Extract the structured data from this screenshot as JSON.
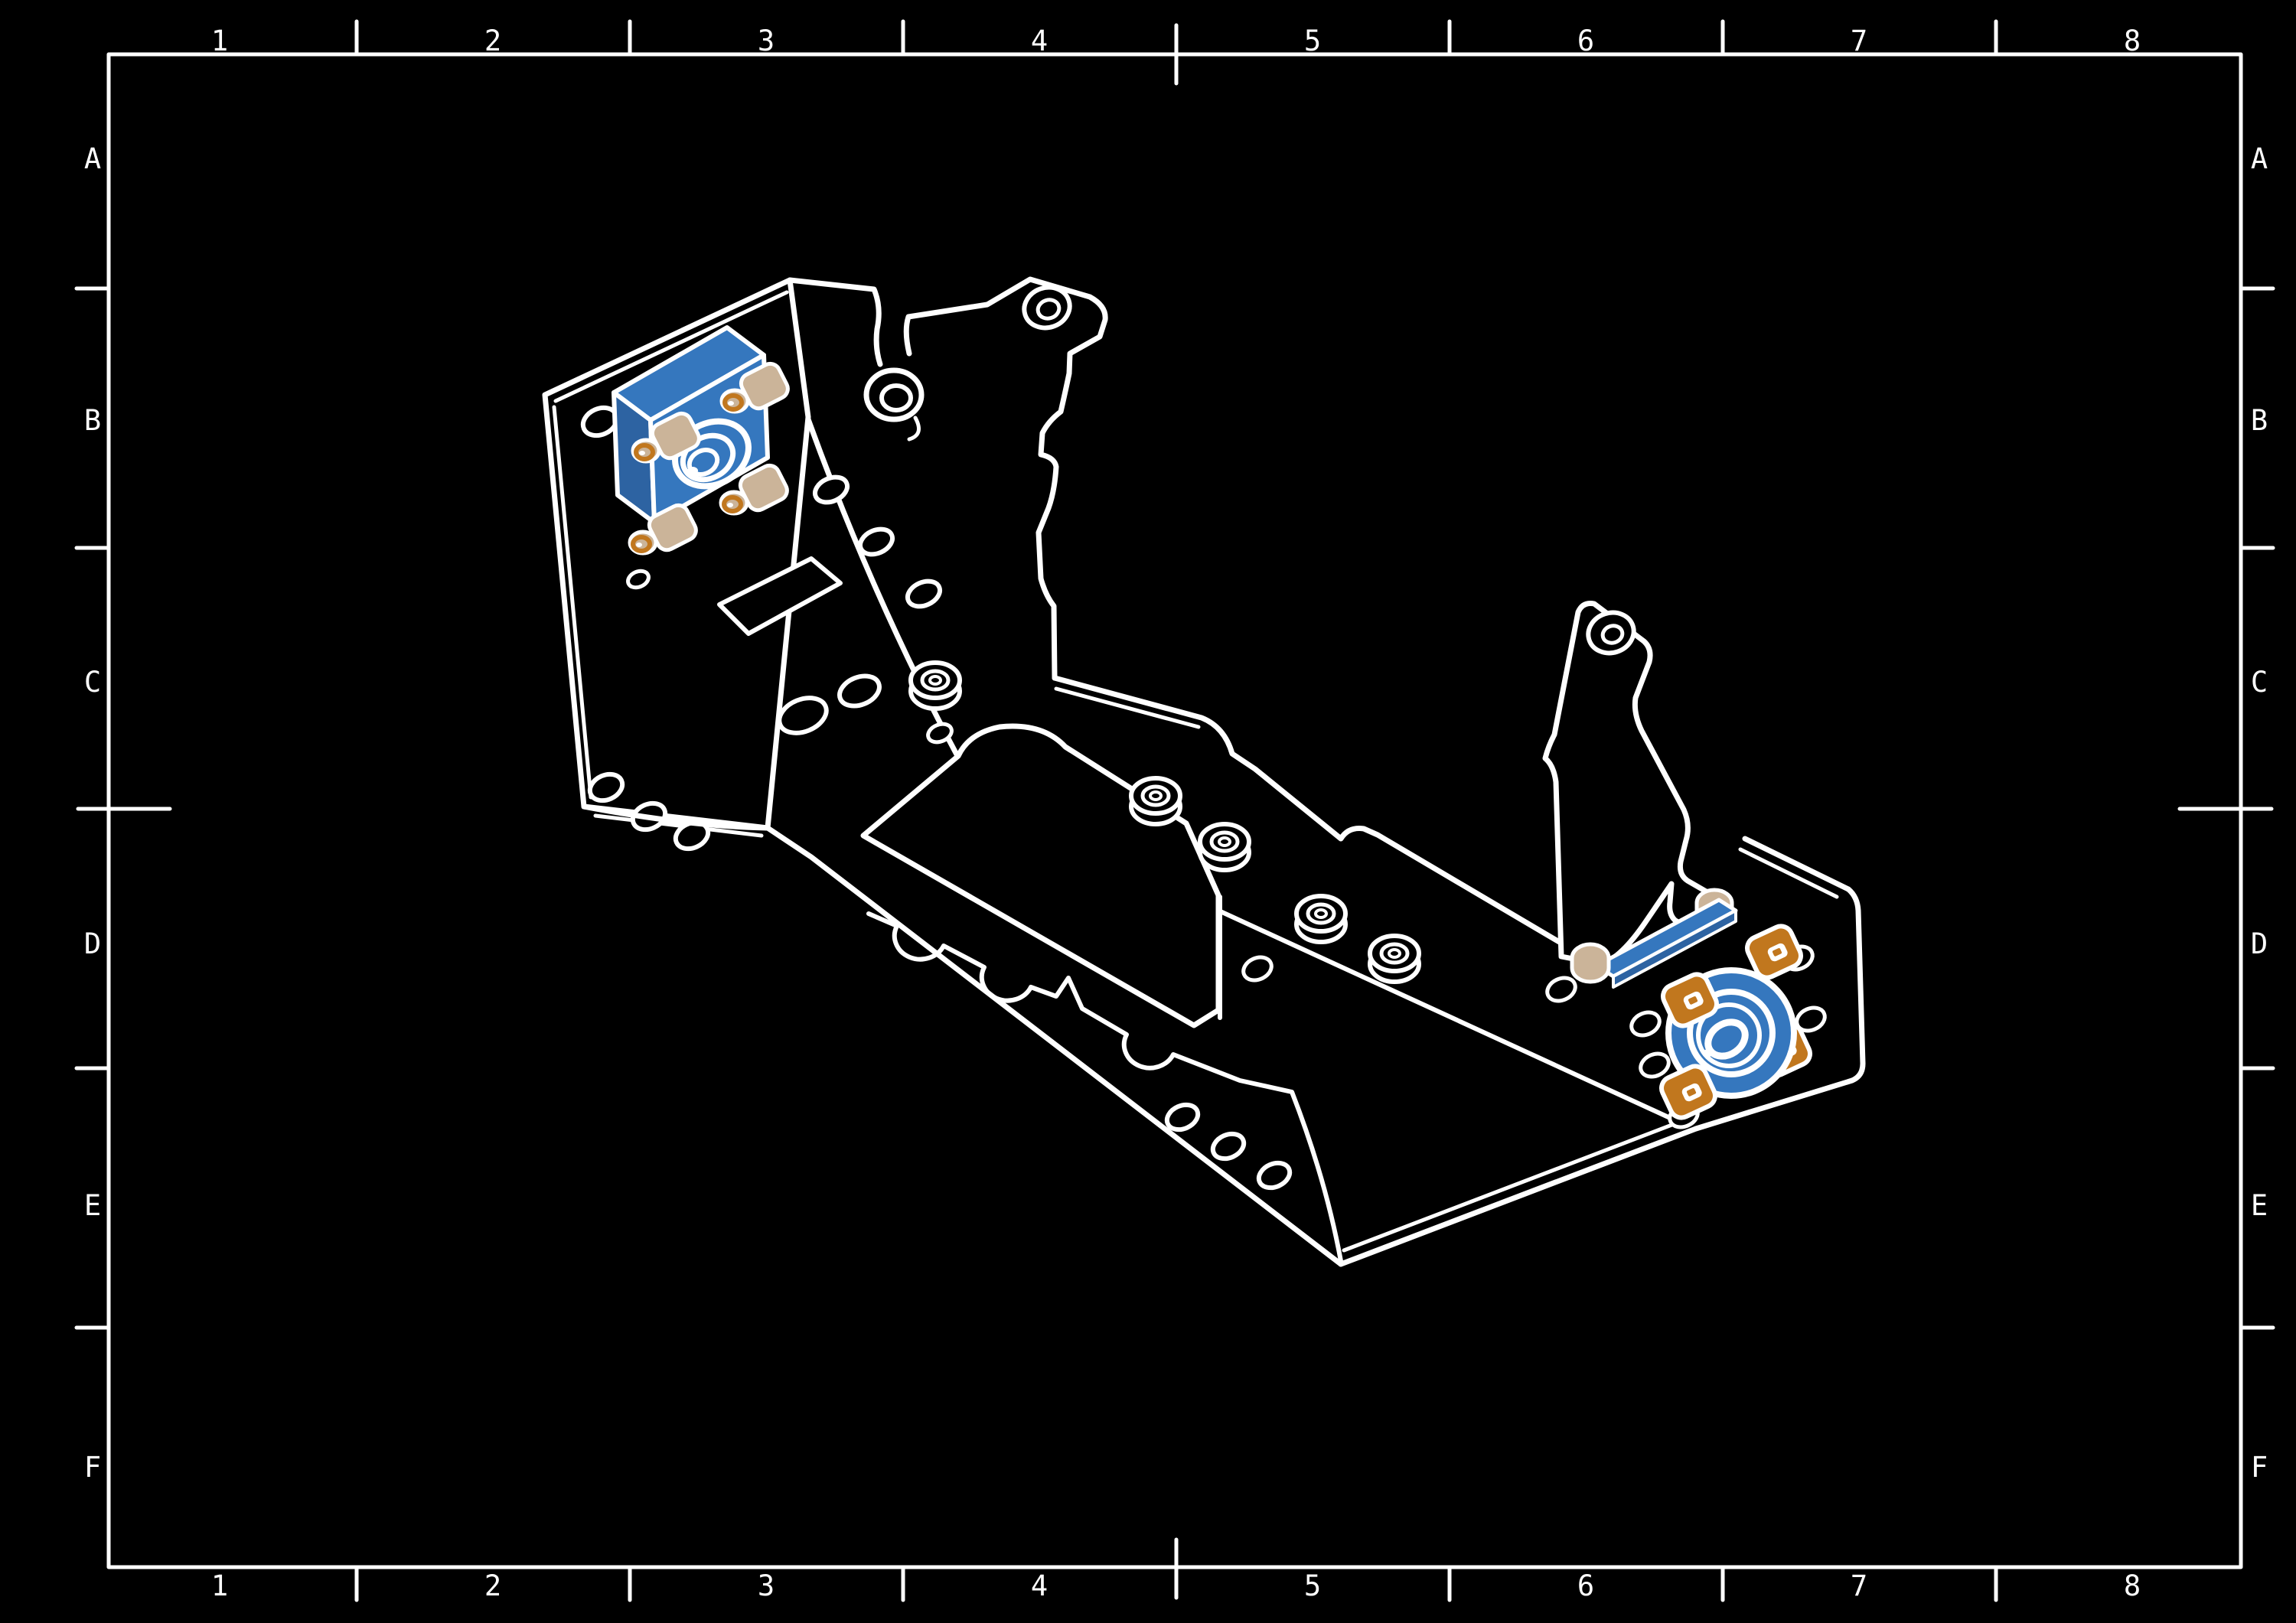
{
  "canvas": {
    "background": "#000000"
  },
  "frame": {
    "line_color": "#ffffff"
  },
  "zones": {
    "columns": [
      "1",
      "2",
      "3",
      "4",
      "5",
      "6",
      "7",
      "8"
    ],
    "rows": [
      "A",
      "B",
      "C",
      "D",
      "E",
      "F"
    ]
  },
  "colors": {
    "line": "#ffffff",
    "background": "#000000",
    "part_blue": "#3577BE",
    "part_blue_dark": "#2D63A2",
    "bolt_tan": "#CBB499",
    "bolt_orange": "#C1771E"
  },
  "drawing": {
    "style": "isometric-cad-line-drawing",
    "subject": "sheet-metal chassis frame",
    "highlighted_parts": [
      {
        "name": "square bearing block",
        "color": "#3577BE",
        "visible_bolts": 4,
        "bolt_color": "#CBB499"
      },
      {
        "name": "round flange bearing",
        "color": "#3577BE",
        "visible_bolts": 4,
        "bolt_color": "#C1771E"
      },
      {
        "name": "mount rail",
        "color": "#3577BE",
        "visible_standoffs": 2,
        "standoff_color": "#CBB499"
      }
    ]
  }
}
